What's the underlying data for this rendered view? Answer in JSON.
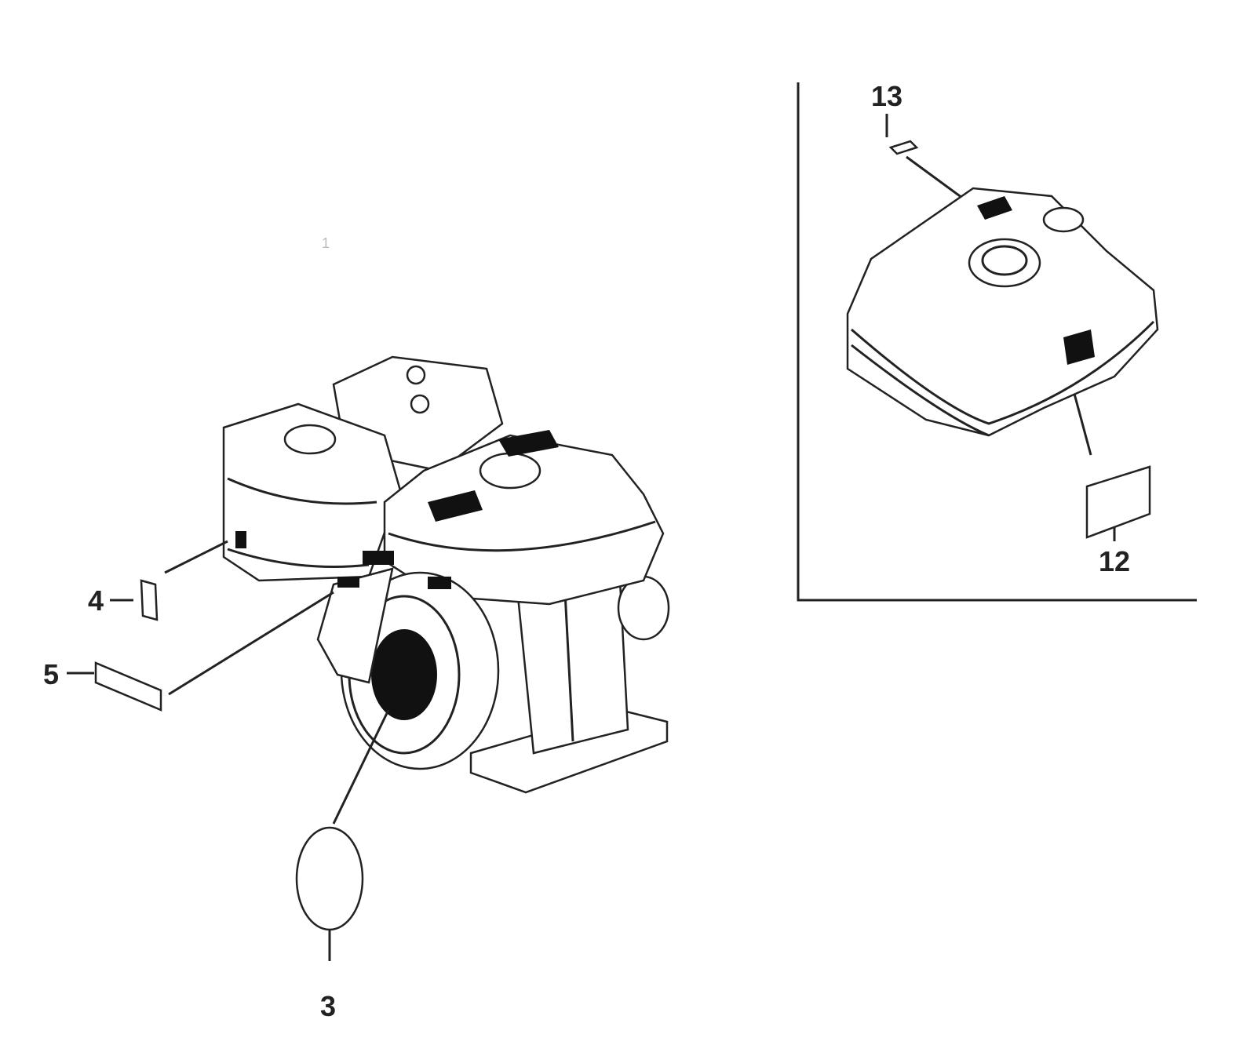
{
  "diagram": {
    "callouts": [
      {
        "id": "1",
        "text": "1"
      },
      {
        "id": "3",
        "text": "3"
      },
      {
        "id": "4",
        "text": "4"
      },
      {
        "id": "5",
        "text": "5"
      },
      {
        "id": "12",
        "text": "12"
      },
      {
        "id": "13",
        "text": "13"
      }
    ]
  }
}
